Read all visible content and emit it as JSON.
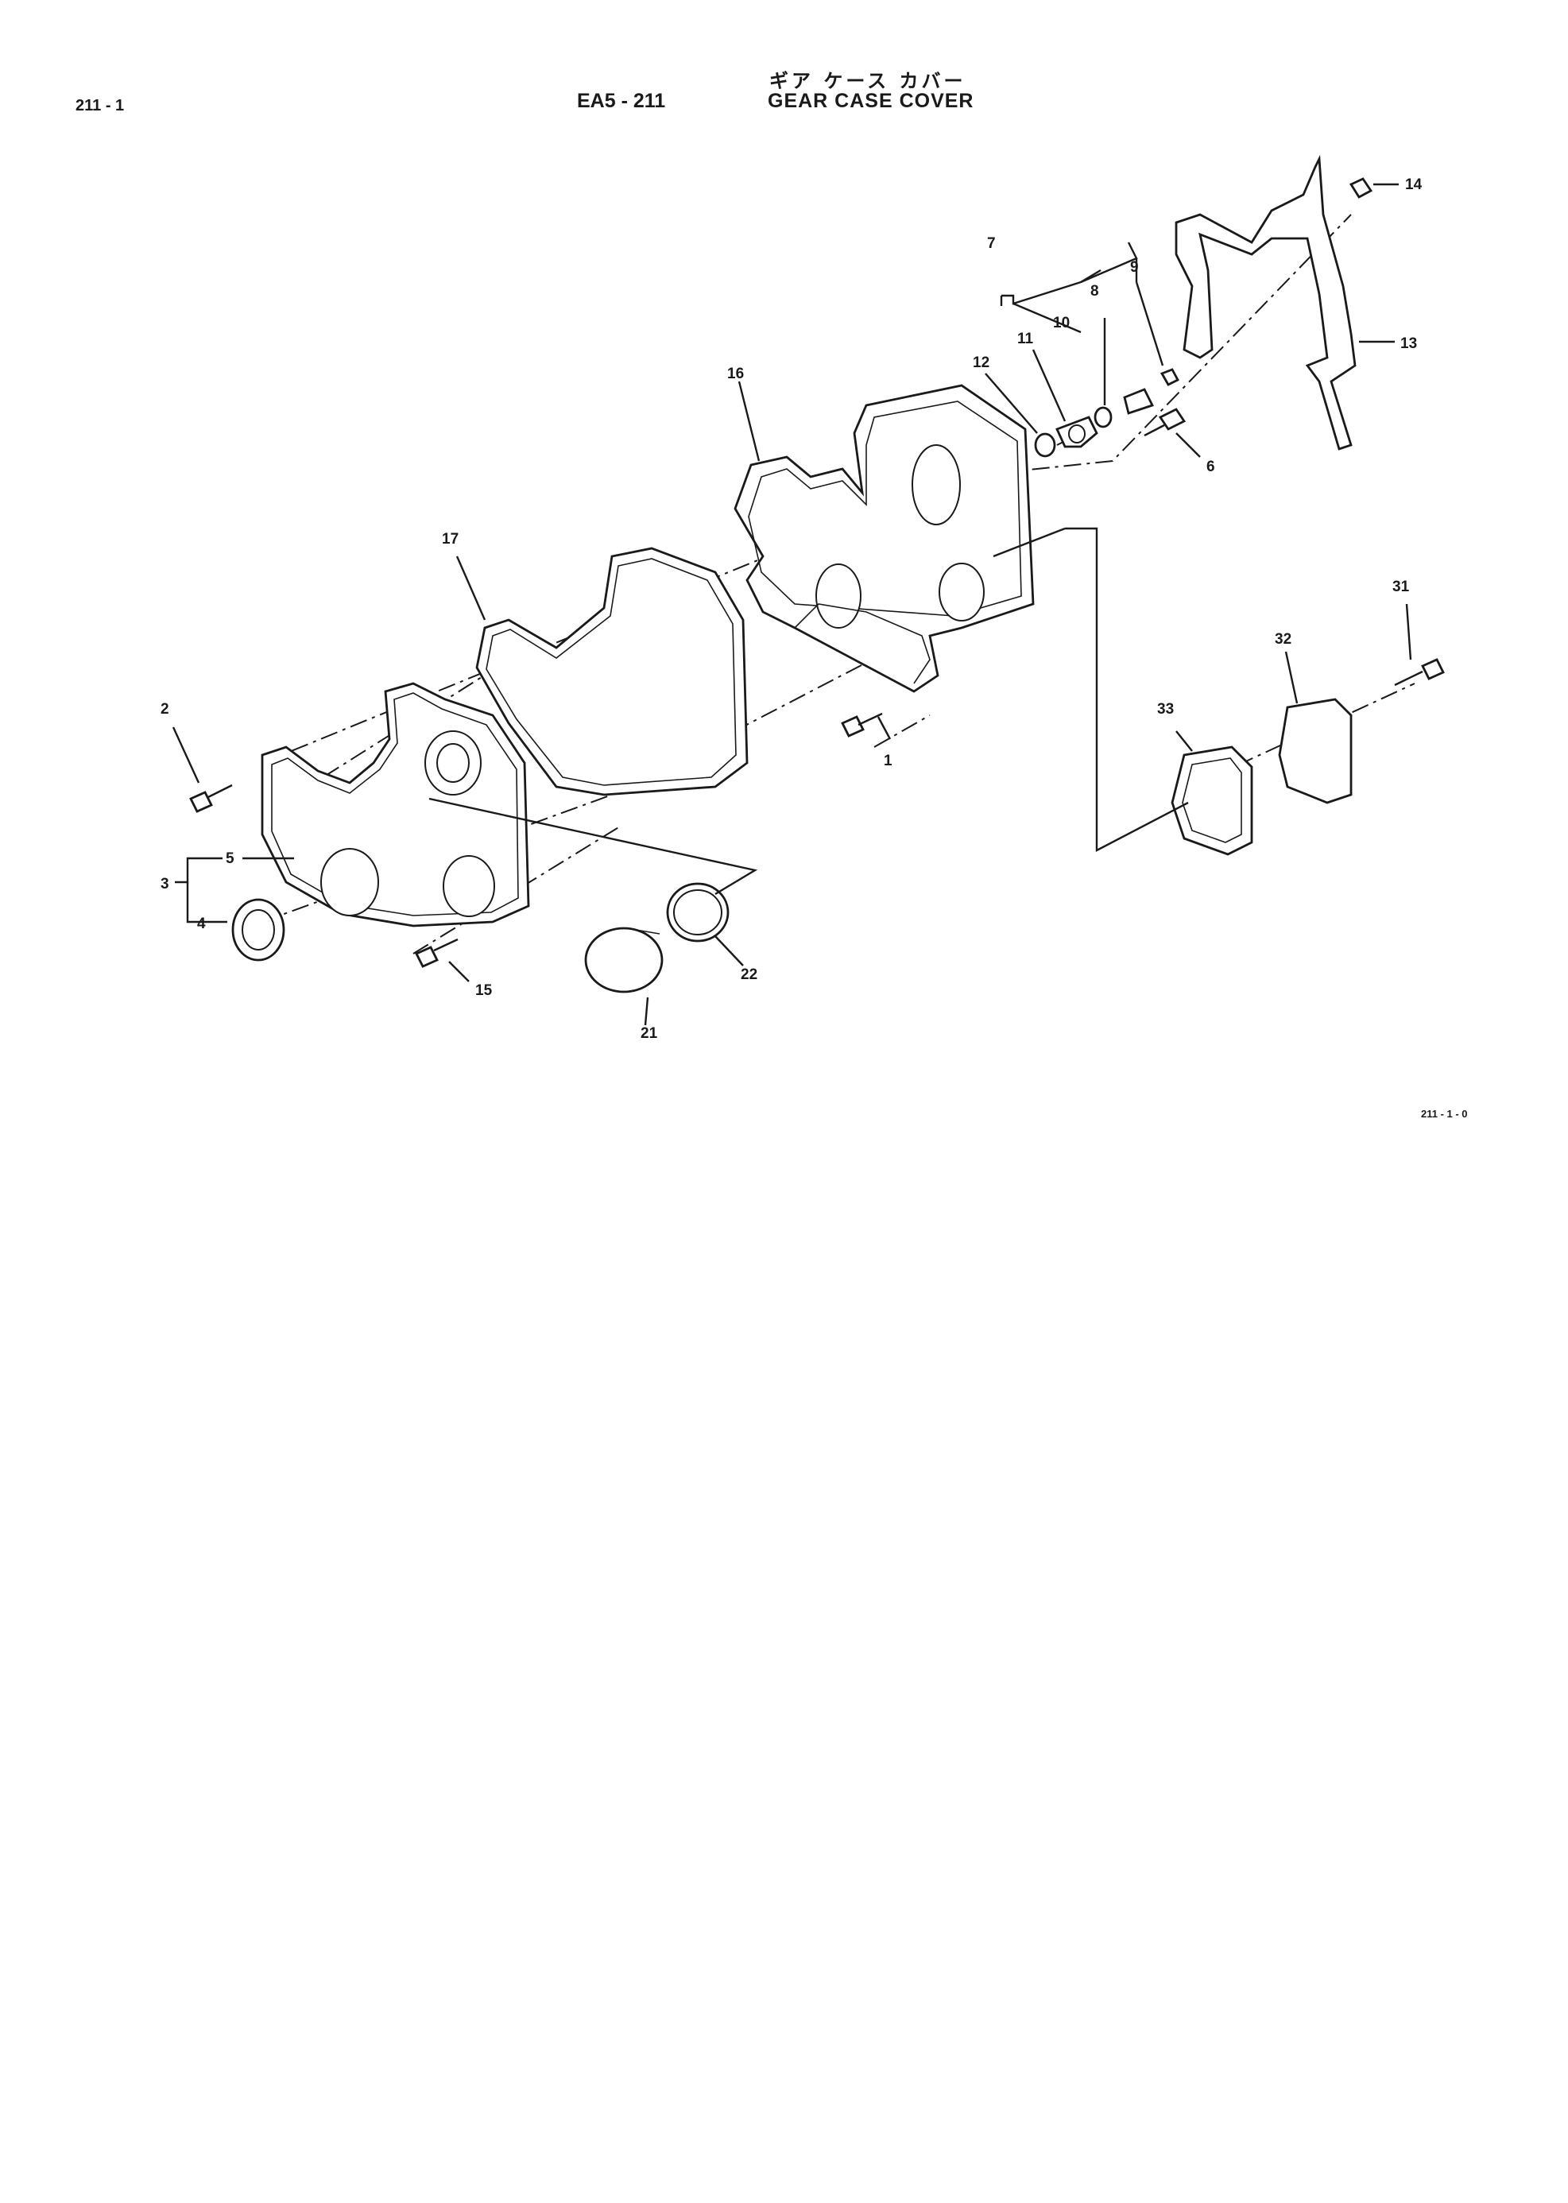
{
  "header": {
    "page_number": "211 - 1",
    "title_jp": "ギア ケース カバー",
    "code": "EA5 - 211",
    "title_en": "GEAR CASE COVER"
  },
  "footer": {
    "figure_code": "211 - 1 - 0"
  },
  "callouts": [
    {
      "id": "c1",
      "label": "1"
    },
    {
      "id": "c2",
      "label": "2"
    },
    {
      "id": "c3",
      "label": "3"
    },
    {
      "id": "c4",
      "label": "4"
    },
    {
      "id": "c5",
      "label": "5"
    },
    {
      "id": "c6",
      "label": "6"
    },
    {
      "id": "c7",
      "label": "7"
    },
    {
      "id": "c8",
      "label": "8"
    },
    {
      "id": "c9",
      "label": "9"
    },
    {
      "id": "c10",
      "label": "10"
    },
    {
      "id": "c11",
      "label": "11"
    },
    {
      "id": "c12",
      "label": "12"
    },
    {
      "id": "c13",
      "label": "13"
    },
    {
      "id": "c14",
      "label": "14"
    },
    {
      "id": "c15",
      "label": "15"
    },
    {
      "id": "c16",
      "label": "16"
    },
    {
      "id": "c17",
      "label": "17"
    },
    {
      "id": "c21",
      "label": "21"
    },
    {
      "id": "c22",
      "label": "22"
    },
    {
      "id": "c31",
      "label": "31"
    },
    {
      "id": "c32",
      "label": "32"
    },
    {
      "id": "c33",
      "label": "33"
    }
  ]
}
